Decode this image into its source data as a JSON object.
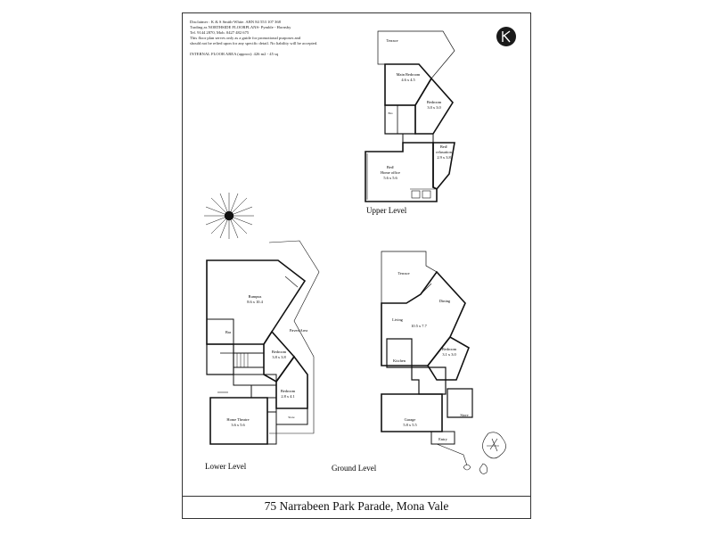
{
  "disclaimer": {
    "lines": [
      "Disclaimer :          K & S Smith-White.  ABN 84 553 107 368",
      "Trading as NORTHSIDE FLOORPLANS- Pymble - Hornsby",
      "Tel. 9144 2870, Mob. 0427 482 675",
      "This floor plan serves only as a guide for promotional purposes and",
      "should not be relied upon for any specific detail. No liability will be accepted.",
      "",
      "INTERNAL FLOOR AREA (approx): 426 m2 - 45 sq"
    ]
  },
  "levels": {
    "upper": "Upper Level",
    "lower": "Lower Level",
    "ground": "Ground Level"
  },
  "rooms": {
    "terrace_upper": "Terrace",
    "main_bed_name": "Main Bedroom",
    "main_bed_size": "4.6 x 4.5",
    "bedroom_u_name": "Bedroom",
    "bedroom_u_size": "3.0 x 3.0",
    "ens": "Ens",
    "bed_relax_name": "Bed/",
    "bed_relax_name2": "relaxation",
    "bed_relax_size": "2.9 x 3.8",
    "bed_office_name": "Bed/",
    "bed_office_name2": "Home office",
    "bed_office_size": "5.6 x 5.6",
    "rumpus_name": "Rumpus",
    "rumpus_size": "8.6 x 10.4",
    "bar": "Bar",
    "paved_area": "Paved Area",
    "bedroom_l1_name": "Bedroom",
    "bedroom_l1_size": "3.8 x 3.8",
    "bedroom_l2_name": "Bedroom",
    "bedroom_l2_size": "2.8 x 4.1",
    "theatre_name": "Home Theatre",
    "theatre_size": "3.6 x 5.6",
    "store_lower": "Store",
    "terrace_ground": "Terrace",
    "dining": "Dining",
    "living": "Living",
    "living_size": "10.5 x 7.7",
    "kitchen": "Kitchen",
    "bedroom_g_name": "Bedroom",
    "bedroom_g_size": "3.1 x 3.0",
    "garage_name": "Garage",
    "garage_size": "5.8 x 5.5",
    "store_ground": "Store",
    "entry": "Entry"
  },
  "address": "75 Narrabeen Park Parade, Mona Vale",
  "icons": [
    "tree-icon",
    "plant-icon",
    "logo-icon"
  ]
}
